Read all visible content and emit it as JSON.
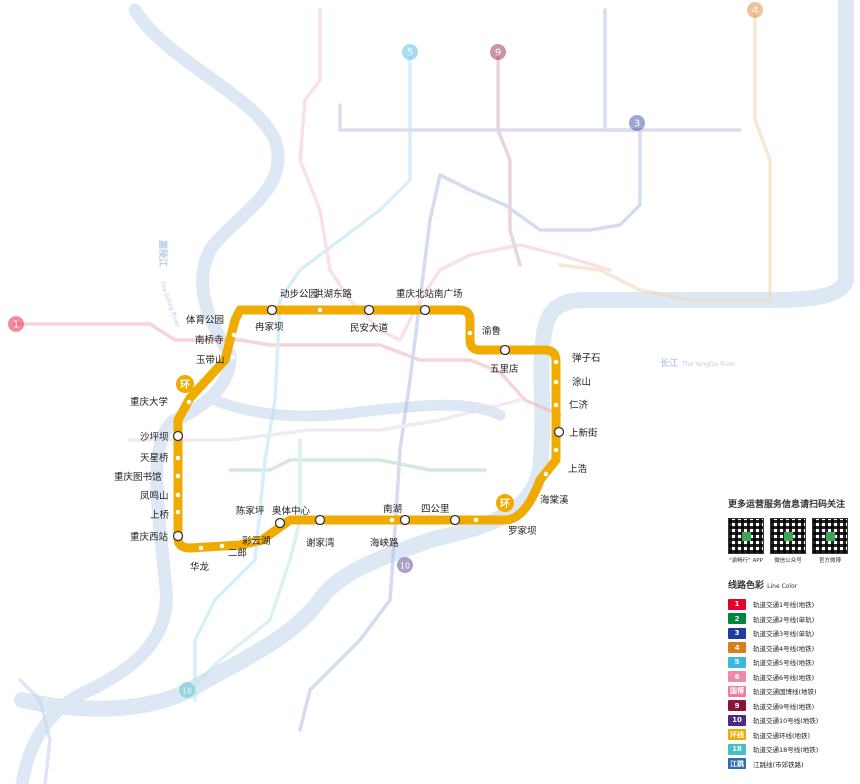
{
  "rivers": {
    "jialing_cn": "嘉陵江",
    "jialing_en": "The Jialing River",
    "yangtze_cn": "长江",
    "yangtze_en": "The Yangtze River"
  },
  "loop": {
    "badge_label": "环",
    "color": "#f0ab00",
    "stations": [
      "体育公园",
      "南桥寺",
      "玉带山",
      "重庆大学",
      "沙坪坝",
      "天星桥",
      "重庆图书馆",
      "凤鸣山",
      "上桥",
      "重庆西站",
      "华龙",
      "二郎",
      "彩云湖",
      "陈家坪",
      "奥体中心",
      "谢家湾",
      "南湖",
      "海峡路",
      "四公里",
      "罗家坝",
      "海棠溪",
      "上浩",
      "上新街",
      "仁济",
      "涂山",
      "弹子石",
      "五里店",
      "渝鲁",
      "重庆北站南广场",
      "民安大道",
      "洪湖东路",
      "冉家坝",
      "动步公园"
    ]
  },
  "background_lines": {
    "line1_badge": "1",
    "line3_badge": "3",
    "line4_badge": "4",
    "line5_badge": "5",
    "line9_badge": "9",
    "line10_badge": "10",
    "line18_badge": "18"
  },
  "legend": {
    "title": "更多运营服务信息请扫码关注",
    "qr_codes": [
      {
        "caption": "\"渝畅行\" APP"
      },
      {
        "caption": "微信公众号"
      },
      {
        "caption": "官方微博"
      }
    ],
    "line_color_title": "线路色彩",
    "line_color_subtitle": "Line Color",
    "lines": [
      {
        "badge": "1",
        "color": "#e4002b",
        "name": "轨道交通1号线(地铁)"
      },
      {
        "badge": "2",
        "color": "#00843d",
        "name": "轨道交通2号线(单轨)"
      },
      {
        "badge": "3",
        "color": "#1e3e9c",
        "name": "轨道交通3号线(单轨)"
      },
      {
        "badge": "4",
        "color": "#d57f1e",
        "name": "轨道交通4号线(地铁)"
      },
      {
        "badge": "5",
        "color": "#3ab8e0",
        "name": "轨道交通5号线(地铁)"
      },
      {
        "badge": "6",
        "color": "#f08aa7",
        "name": "轨道交通6号线(地铁)"
      },
      {
        "badge": "国博",
        "color": "#f07aa0",
        "name": "轨道交通国博线(地铁)"
      },
      {
        "badge": "9",
        "color": "#8a1538",
        "name": "轨道交通9号线(地铁)"
      },
      {
        "badge": "10",
        "color": "#4b2a8a",
        "name": "轨道交通10号线(地铁)"
      },
      {
        "badge": "环线",
        "color": "#f0ab00",
        "name": "轨道交通环线(地铁)"
      },
      {
        "badge": "18",
        "color": "#43c0c8",
        "name": "轨道交通18号线(地铁)"
      },
      {
        "badge": "江跳",
        "color": "#2c6bb5",
        "name": "江跳线(市郊铁路)"
      }
    ]
  }
}
